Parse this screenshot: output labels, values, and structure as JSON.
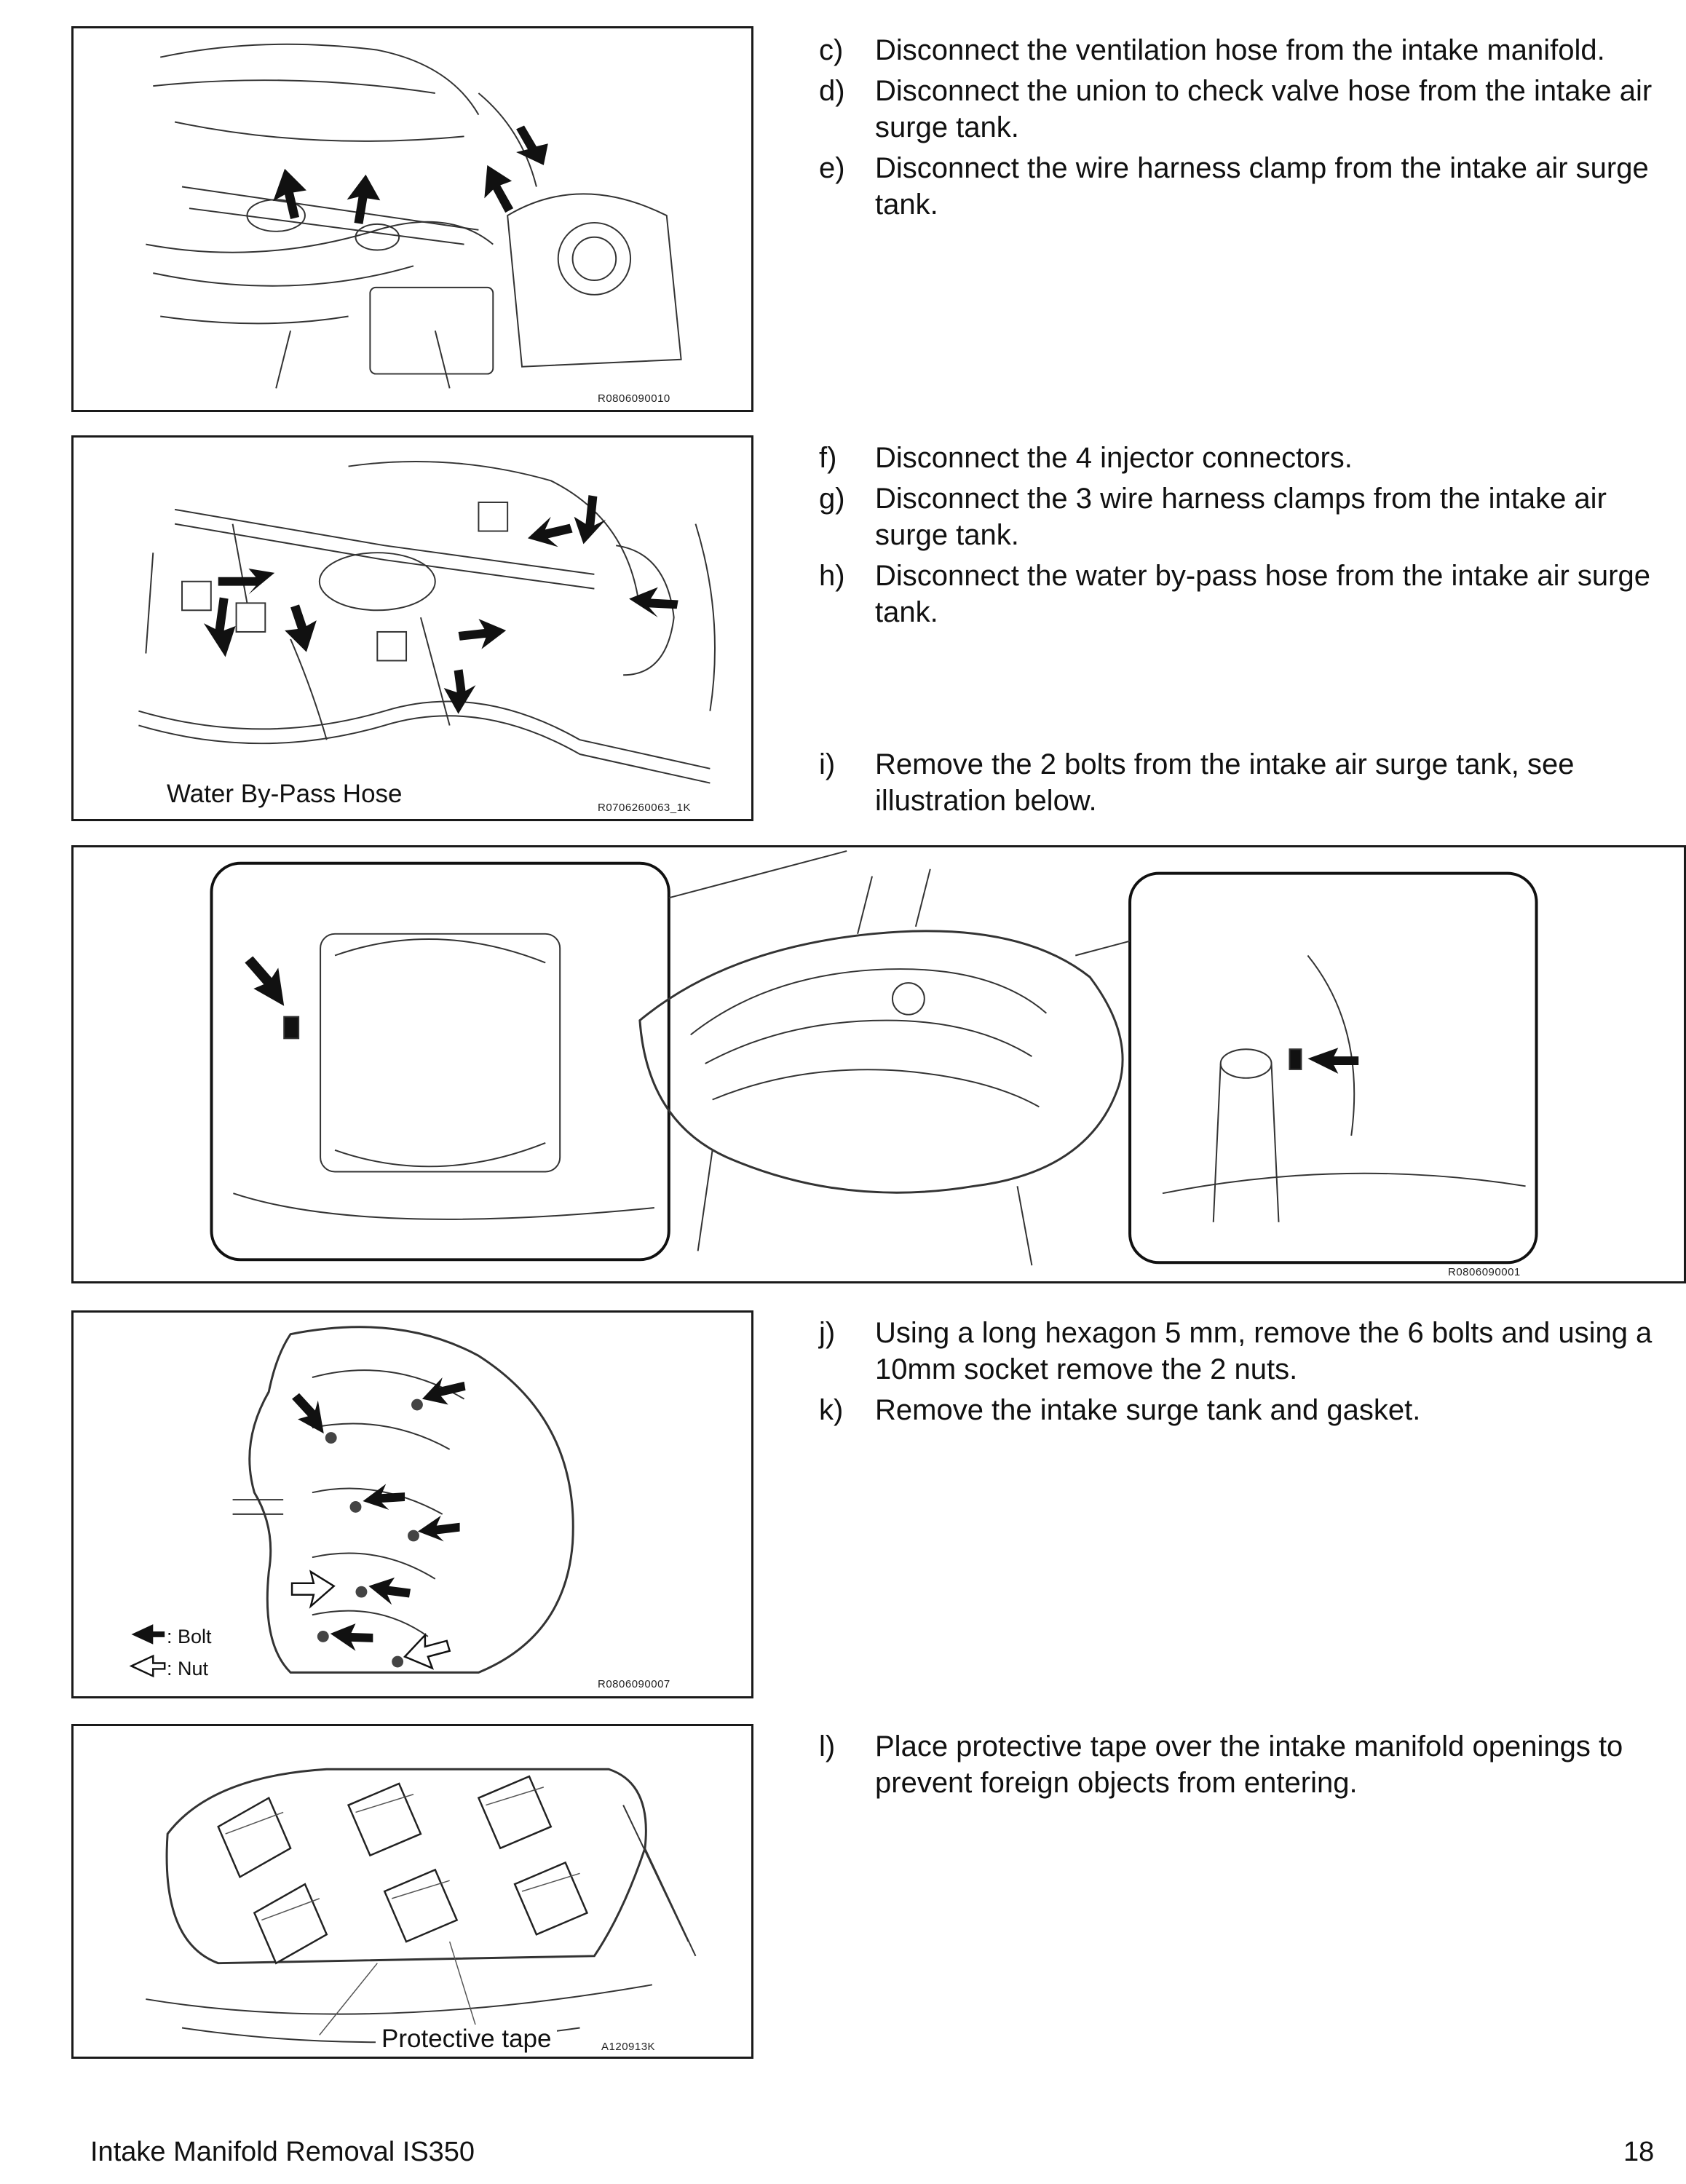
{
  "steps_group_1": [
    {
      "label": "c)",
      "text": "Disconnect the ventilation hose from the intake manifold."
    },
    {
      "label": "d)",
      "text": "Disconnect the union to check valve hose from the intake air surge tank."
    },
    {
      "label": "e)",
      "text": "Disconnect the wire harness clamp from the intake air surge tank."
    }
  ],
  "steps_group_2": [
    {
      "label": "f)",
      "text": "Disconnect the 4 injector connectors."
    },
    {
      "label": "g)",
      "text": "Disconnect the 3 wire harness clamps from the intake air surge tank."
    },
    {
      "label": "h)",
      "text": "Disconnect the water by-pass hose from the intake air surge tank."
    }
  ],
  "steps_group_3": [
    {
      "label": "i)",
      "text": "Remove the 2 bolts from the intake air surge tank, see illustration below."
    }
  ],
  "steps_group_4": [
    {
      "label": "j)",
      "text": "Using a long hexagon 5 mm, remove the 6 bolts and using a 10mm socket remove the 2 nuts."
    },
    {
      "label": "k)",
      "text": "Remove the intake surge tank and gasket."
    }
  ],
  "steps_group_5": [
    {
      "label": "l)",
      "text": "Place protective tape over the intake manifold openings to prevent foreign objects from entering."
    }
  ],
  "figures": {
    "fig1": {
      "code": "R0806090010"
    },
    "fig2": {
      "code": "R0706260063_1K",
      "caption": "Water By-Pass Hose"
    },
    "fig3": {
      "code": "R0806090001"
    },
    "fig4": {
      "code": "R0806090007",
      "legend_bolt": ": Bolt",
      "legend_nut": ": Nut"
    },
    "fig5": {
      "code": "A120913K",
      "caption": "Protective tape"
    }
  },
  "footer": {
    "title": "Intake Manifold Removal IS350",
    "page": "18"
  }
}
